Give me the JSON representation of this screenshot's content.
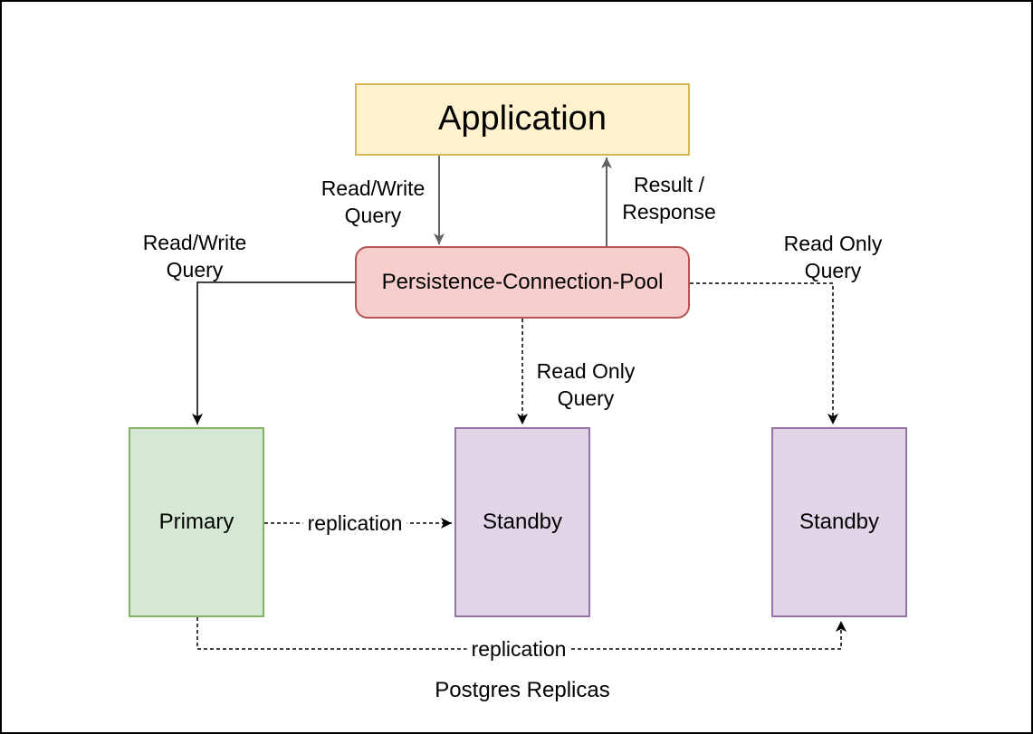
{
  "diagram": {
    "nodes": {
      "application": {
        "label": "Application",
        "fill": "#fff2cc",
        "border": "#d6b656"
      },
      "connection_pool": {
        "label": "Persistence-Connection-Pool",
        "fill": "#f8cecc",
        "border": "#b85450"
      },
      "primary": {
        "label": "Primary",
        "fill": "#d5e8d4",
        "border": "#82b366"
      },
      "standby_middle": {
        "label": "Standby",
        "fill": "#e1d5e7",
        "border": "#9673a6"
      },
      "standby_right": {
        "label": "Standby",
        "fill": "#e1d5e7",
        "border": "#9673a6"
      }
    },
    "edges": {
      "app_to_pool": {
        "label": "Read/Write\nQuery",
        "style": "solid"
      },
      "pool_to_app": {
        "label": "Result /\nResponse",
        "style": "solid"
      },
      "pool_to_primary": {
        "label": "Read/Write\nQuery",
        "style": "solid"
      },
      "pool_to_standby_middle": {
        "label": "Read Only\nQuery",
        "style": "dashed"
      },
      "pool_to_standby_right": {
        "label": "Read Only\nQuery",
        "style": "dashed"
      },
      "primary_to_standby_middle": {
        "label": "replication",
        "style": "dashed"
      },
      "primary_to_standby_right": {
        "label": "replication",
        "style": "dashed"
      }
    },
    "caption": "Postgres Replicas",
    "colors": {
      "edge_black": "#000000",
      "edge_gray": "#616161",
      "text": "#000000",
      "background": "#ffffff",
      "frame_border": "#000000"
    }
  }
}
